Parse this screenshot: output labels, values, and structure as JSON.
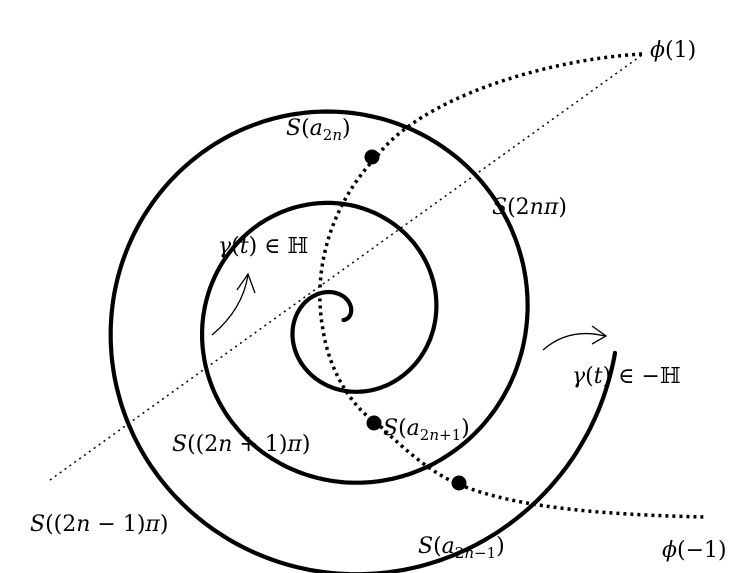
{
  "diagram": {
    "colors": {
      "ink": "#000000",
      "background": "#ffffff"
    },
    "labels": {
      "phi_1": "ϕ(1)",
      "phi_minus_1": "ϕ(−1)",
      "S_a_2n": "S(a2n)",
      "S_2npi": "S(2nπ)",
      "gamma_in_H": "γ(t) ∈ ℍ",
      "gamma_in_minus_H": "γ(t) ∈ −ℍ",
      "S_a_2n_plus_1": "S(a2n+1)",
      "S_2n_plus_1_pi": "S((2n + 1)π)",
      "S_2n_minus_1_pi": "S((2n − 1)π)",
      "S_a_2n_minus_1": "S(a2n−1)"
    }
  }
}
